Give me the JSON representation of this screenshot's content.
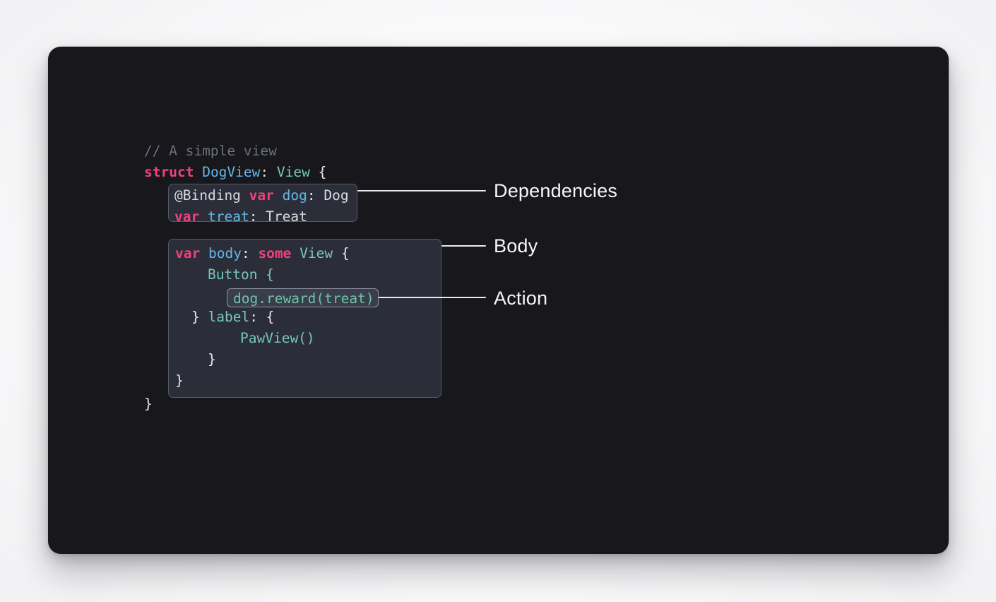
{
  "slide": {
    "background_color": "#ffffff",
    "panel_color": "#17171c",
    "accent_keyword_color": "#f0417e",
    "accent_type_color": "#76c7b7",
    "accent_name_color": "#63b8e8",
    "comment_color": "#6b7180",
    "callout_bg_color": "#2b2e38",
    "callout_border_color": "#555a68",
    "leader_color": "#e9eaee",
    "label_color": "#f7f7f8"
  },
  "code": {
    "comment_line": "// A simple view",
    "struct_line": {
      "keyword": "struct",
      "space1": " ",
      "type_name": "DogView",
      "colon": ": ",
      "conformance": "View",
      "brace": " {"
    },
    "struct_close_brace": "}"
  },
  "dependencies_block": {
    "line1": {
      "attribute": "@Binding",
      "space1": " ",
      "keyword": "var",
      "space2": " ",
      "property": "dog",
      "colon": ": ",
      "type": "Dog"
    },
    "line2": {
      "keyword": "var",
      "space1": " ",
      "property": "treat",
      "colon": ": ",
      "type": "Treat"
    }
  },
  "body_block": {
    "line1": {
      "keyword_var": "var",
      "space1": " ",
      "property": "body",
      "colon": ": ",
      "keyword_some": "some",
      "space2": " ",
      "type": "View",
      "brace": " {"
    },
    "line2": "Button {",
    "line3_placeholder": "",
    "line4": {
      "close_brace": "} ",
      "label_arg": "label",
      "rest": ": {"
    },
    "line5": "PawView()",
    "line6": "}",
    "line7": "}"
  },
  "action_chip": {
    "receiver": "dog",
    "dot": ".",
    "method": "reward",
    "open_paren": "(",
    "argument": "treat",
    "close_paren": ")"
  },
  "annotations": {
    "dependencies_label": "Dependencies",
    "body_label": "Body",
    "action_label": "Action"
  }
}
